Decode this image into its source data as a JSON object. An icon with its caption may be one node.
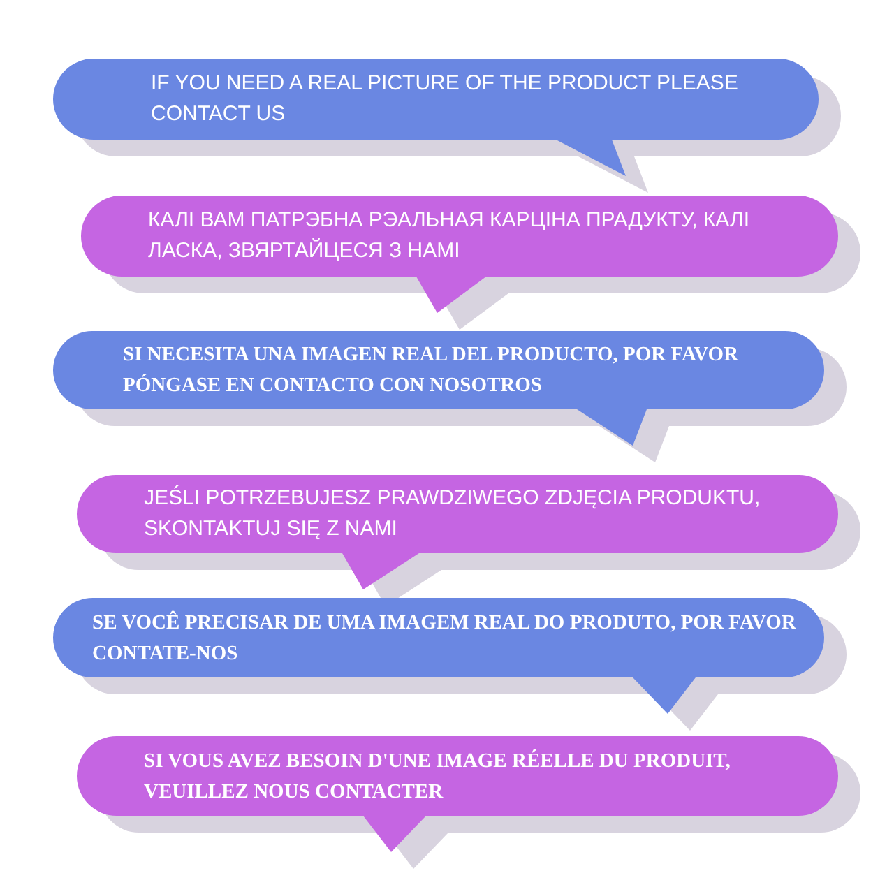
{
  "diagram": {
    "nodes": [
      {
        "text": [
          "IF YOU NEED A REAL PICTURE OF THE PRODUCT PLEASE CONTACT US"
        ]
      },
      {
        "text": [
          "КАЛІ ВАМ ПАТРЭБНА РЭАЛЬНАЯ КАРЦІНА ПРАДУКТУ, КАЛІ ЛАСКА, ЗВЯРТАЙЦЕСЯ З НАМІ"
        ]
      },
      {
        "text": [
          "SI NECESITA UNA IMAGEN REAL DEL PRODUCTO, POR FAVOR PÓNGASE EN CONTACTO CON NOSOTROS"
        ]
      },
      {
        "text": [
          "JEŚLI POTRZEBUJESZ PRAWDZIWEGO ZDJĘCIA PRODUKTU, SKONTAKTUJ SIĘ Z NAMI"
        ]
      },
      {
        "text": [
          "SE VOCÊ PRECISAR DE UMA IMAGEM REAL DO PRODUTO, POR FAVOR CONTATE-NOS"
        ]
      },
      {
        "text": [
          "SI VOUS AVEZ BESOIN D'UNE IMAGE RÉELLE DU PRODUIT, VEUILLEZ NOUS CONTACTER"
        ]
      }
    ]
  }
}
